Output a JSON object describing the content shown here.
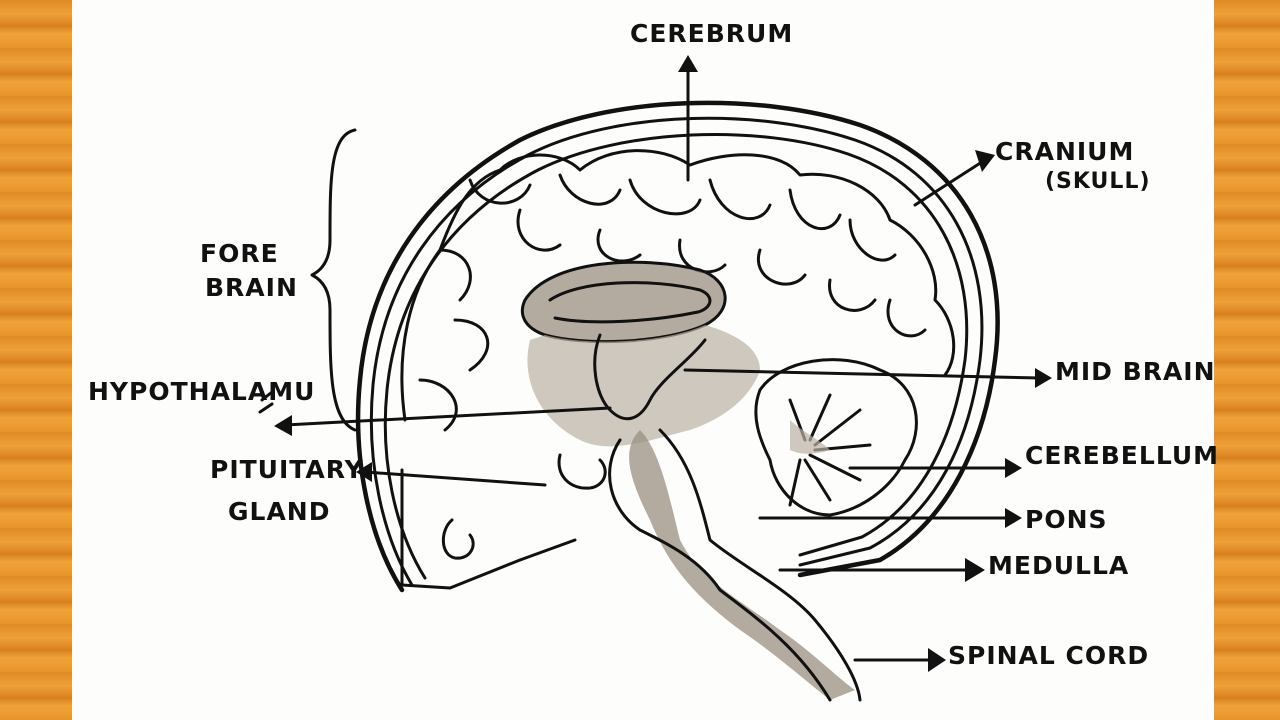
{
  "labels": {
    "cerebrum": "CEREBRUM",
    "cranium_line1": "CRANIUM",
    "cranium_line2": "(SKULL)",
    "fore_brain_line1": "FORE",
    "fore_brain_line2": "BRAIN",
    "hypothalamus": "HYPOTHALAMU",
    "mid_brain": "MID BRAIN",
    "pituitary_line1": "PITUITARY",
    "pituitary_line2": "GLAND",
    "cerebellum": "CEREBELLUM",
    "pons": "PONS",
    "medulla": "MEDULLA",
    "spinal_cord": "SPINAL CORD"
  },
  "colors": {
    "wood": "#e8952a",
    "paper": "#fdfdfb",
    "ink": "#111111",
    "shading": "#9a8f82"
  }
}
